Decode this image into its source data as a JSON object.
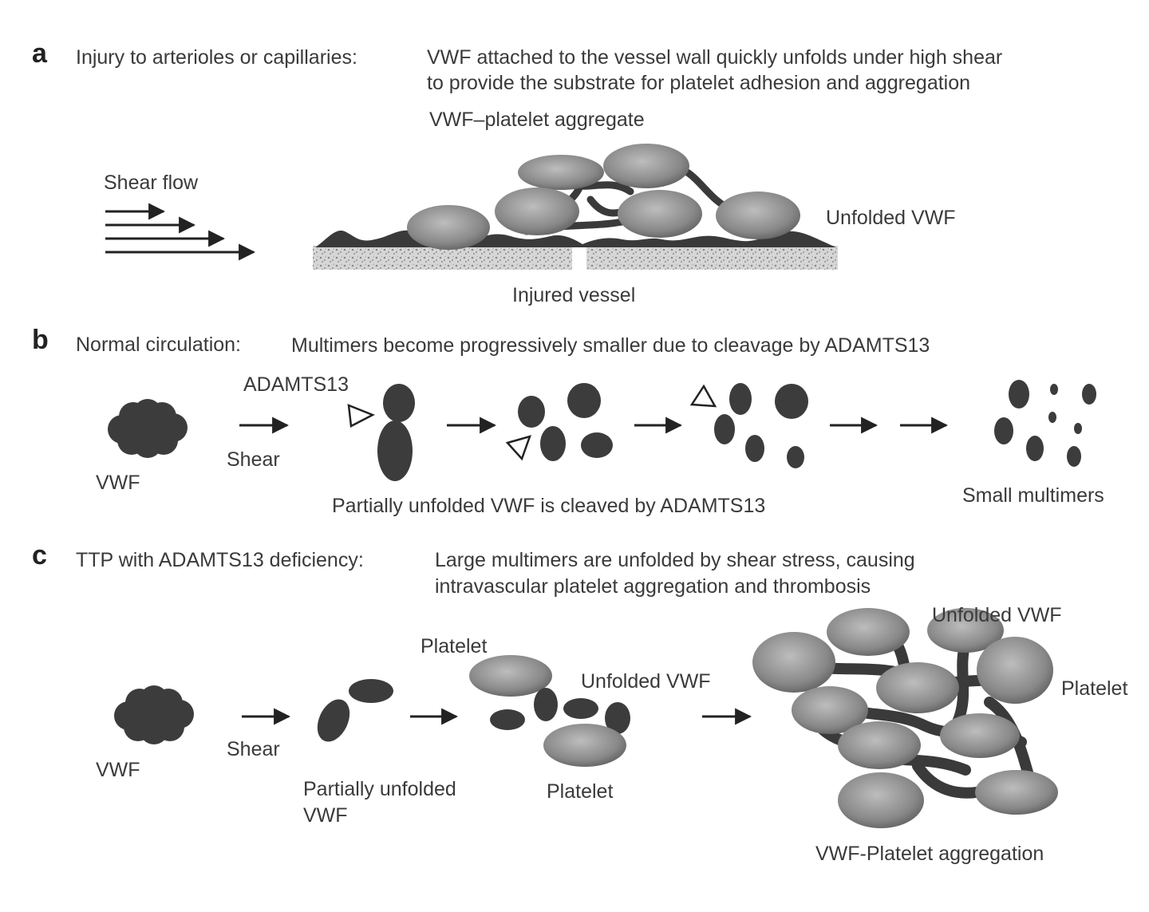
{
  "panel_a": {
    "letter": "a",
    "heading": "Injury to arterioles or capillaries:",
    "desc_line1": "VWF attached to the vessel wall quickly unfolds under high shear",
    "desc_line2": "to provide the substrate for platelet adhesion and aggregation",
    "aggregate_label": "VWF–platelet aggregate",
    "shear_flow_label": "Shear flow",
    "unfolded_label": "Unfolded VWF",
    "vessel_label": "Injured vessel"
  },
  "panel_b": {
    "letter": "b",
    "heading": "Normal circulation:",
    "desc": "Multimers become progressively smaller due to cleavage by ADAMTS13",
    "vwf_label": "VWF",
    "enzyme_label": "ADAMTS13",
    "shear_label": "Shear",
    "cleaved_label": "Partially unfolded VWF is cleaved by ADAMTS13",
    "small_label": "Small multimers"
  },
  "panel_c": {
    "letter": "c",
    "heading": "TTP with ADAMTS13 deficiency:",
    "desc_line1": "Large multimers are unfolded by shear stress, causing",
    "desc_line2": "intravascular platelet aggregation and thrombosis",
    "vwf_label": "VWF",
    "shear_label": "Shear",
    "partial_line1": "Partially unfolded",
    "partial_line2": "VWF",
    "platelet_top": "Platelet",
    "unfolded_mid": "Unfolded VWF",
    "platelet_bottom": "Platelet",
    "unfolded_right": "Unfolded VWF",
    "platelet_right": "Platelet",
    "aggregation_label": "VWF-Platelet aggregation"
  },
  "colors": {
    "text": "#3a3a3a",
    "blob": "#3c3c3c",
    "platelet_light": "#b4b4b4",
    "platelet_dark": "#5a5a5a"
  }
}
